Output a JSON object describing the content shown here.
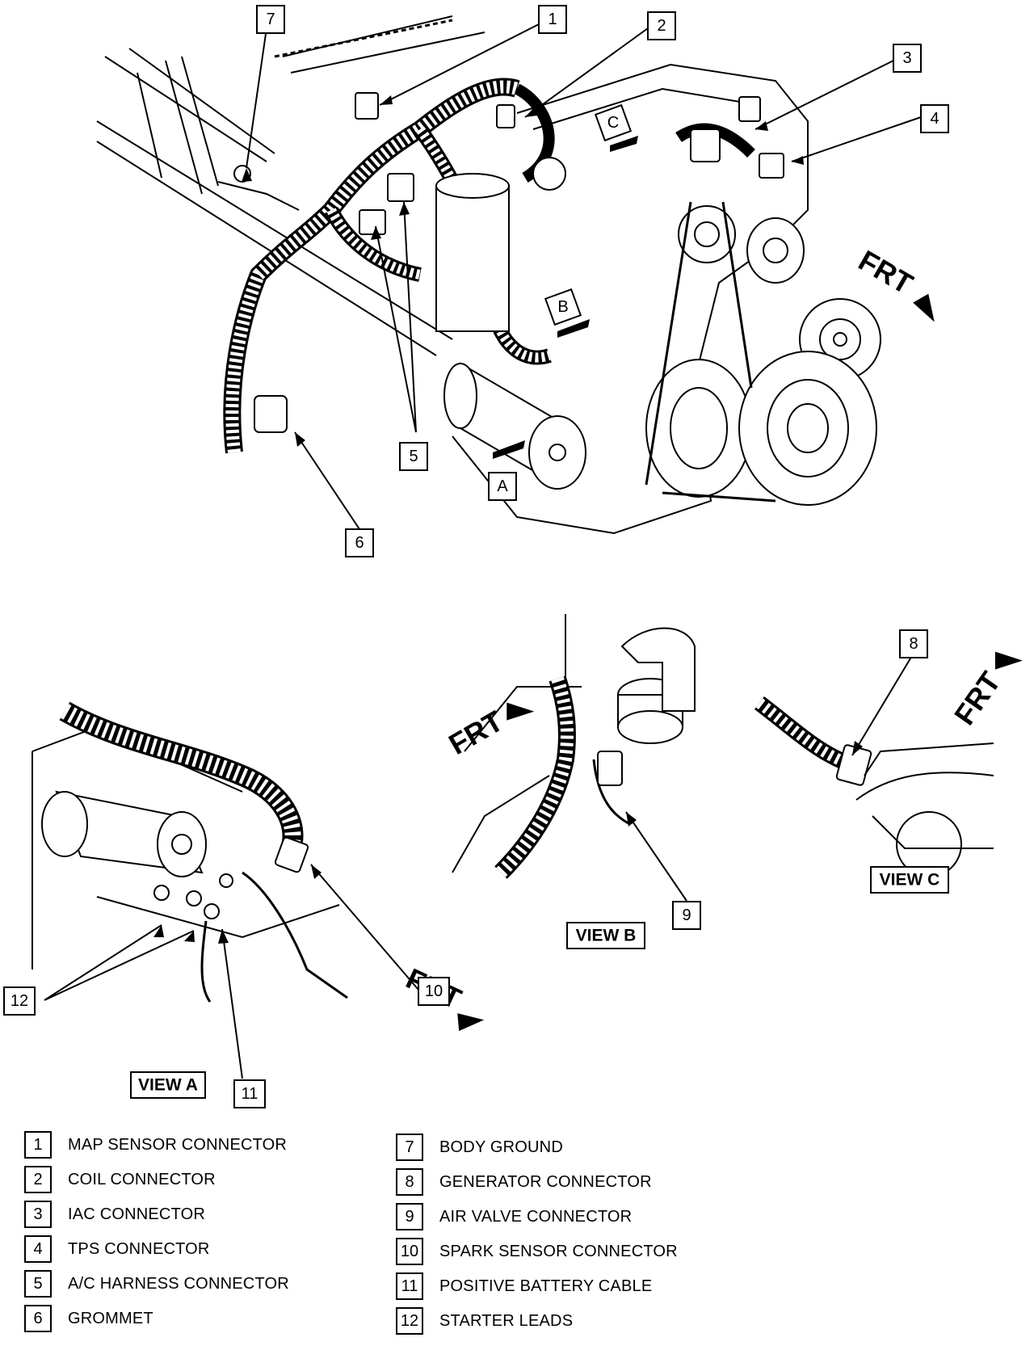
{
  "callouts": {
    "c1": "1",
    "c2": "2",
    "c3": "3",
    "c4": "4",
    "c5": "5",
    "c6": "6",
    "c7": "7",
    "c8": "8",
    "c9": "9",
    "c10": "10",
    "c11": "11",
    "c12": "12"
  },
  "view_markers": {
    "a": "A",
    "b": "B",
    "c": "C"
  },
  "view_labels": {
    "a": "VIEW A",
    "b": "VIEW B",
    "c": "VIEW C"
  },
  "frt": "FRT",
  "legend": {
    "left": [
      {
        "num": "1",
        "text": "MAP SENSOR CONNECTOR"
      },
      {
        "num": "2",
        "text": "COIL CONNECTOR"
      },
      {
        "num": "3",
        "text": "IAC CONNECTOR"
      },
      {
        "num": "4",
        "text": "TPS CONNECTOR"
      },
      {
        "num": "5",
        "text": "A/C HARNESS CONNECTOR"
      },
      {
        "num": "6",
        "text": "GROMMET"
      }
    ],
    "right": [
      {
        "num": "7",
        "text": "BODY GROUND"
      },
      {
        "num": "8",
        "text": "GENERATOR CONNECTOR"
      },
      {
        "num": "9",
        "text": "AIR VALVE CONNECTOR"
      },
      {
        "num": "10",
        "text": "SPARK SENSOR CONNECTOR"
      },
      {
        "num": "11",
        "text": "POSITIVE BATTERY CABLE"
      },
      {
        "num": "12",
        "text": "STARTER LEADS"
      }
    ]
  }
}
